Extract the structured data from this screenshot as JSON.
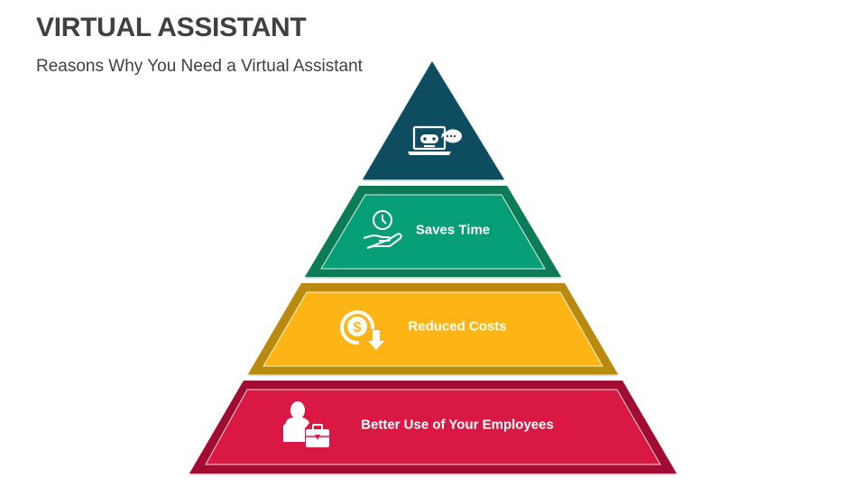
{
  "header": {
    "title": "VIRTUAL ASSISTANT",
    "subtitle": "Reasons Why You Need a Virtual Assistant"
  },
  "pyramid": {
    "apex": {
      "icon": "laptop-chatbot-icon",
      "color": "#0E4D5F"
    },
    "tiers": [
      {
        "label": "Saves Time",
        "icon": "hand-clock-icon",
        "fill": "#069E77",
        "border": "#0B7A58"
      },
      {
        "label": "Reduced Costs",
        "icon": "dollar-cost-down-icon",
        "fill": "#FDB515",
        "border": "#B98A0F"
      },
      {
        "label": "Better Use of Your Employees",
        "icon": "employee-briefcase-icon",
        "fill": "#D91843",
        "border": "#A10F33"
      }
    ]
  }
}
